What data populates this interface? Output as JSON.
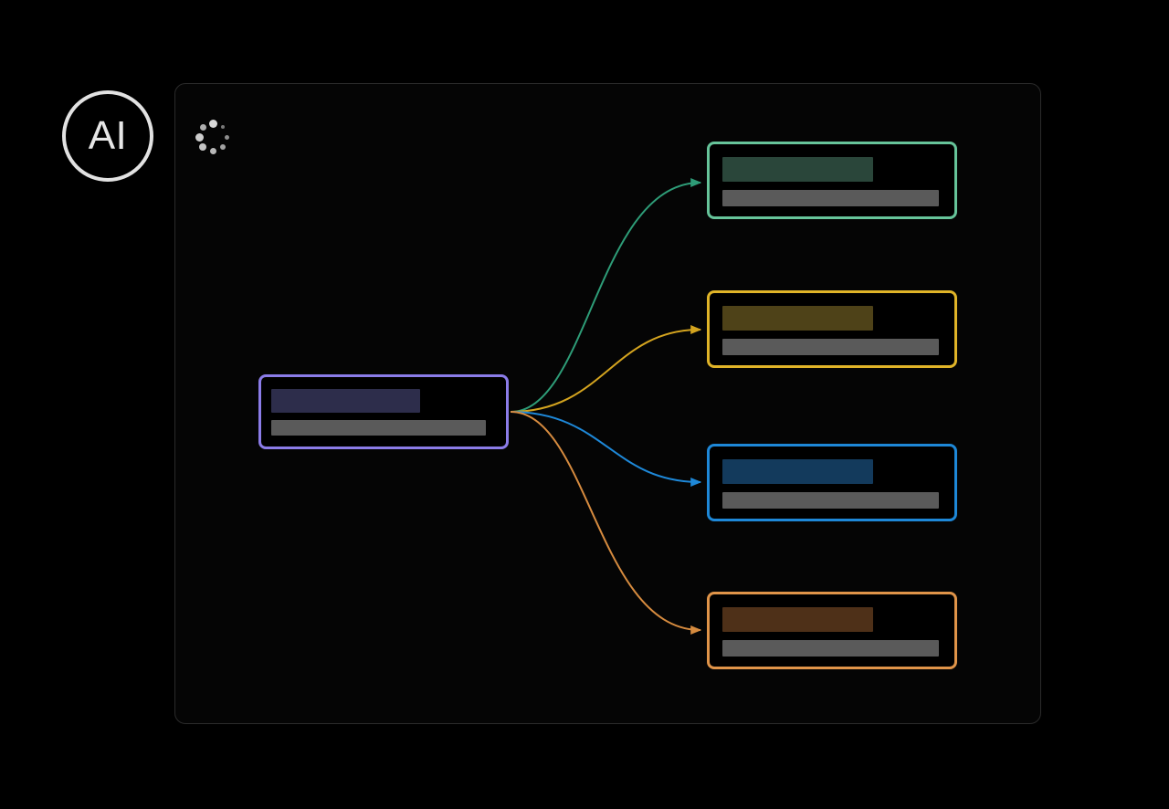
{
  "app": {
    "logo_label": "AI",
    "logo_icon": "ai-circle-logo",
    "background_color": "#000000"
  },
  "canvas": {
    "border_color": "#2b2b2b",
    "status_icon": "loading-spinner-icon",
    "status_text": "Loading",
    "spinner_color": "#d8d8d8",
    "spinner_dots": [
      {
        "angle": 270,
        "size": 9,
        "opacity": 1.0
      },
      {
        "angle": 315,
        "size": 4,
        "opacity": 0.55
      },
      {
        "angle": 0,
        "size": 5,
        "opacity": 0.65
      },
      {
        "angle": 45,
        "size": 6,
        "opacity": 0.75
      },
      {
        "angle": 90,
        "size": 7,
        "opacity": 0.85
      },
      {
        "angle": 135,
        "size": 8,
        "opacity": 0.9
      },
      {
        "angle": 180,
        "size": 9,
        "opacity": 0.95
      },
      {
        "angle": 225,
        "size": 7,
        "opacity": 0.8
      }
    ]
  },
  "graph": {
    "source_node": {
      "id": "source",
      "name": "source-node",
      "border_color": "#8b7ce8",
      "title_bar_color": "#2d2d4b",
      "sub_bar_color": "#5a5a5a",
      "title_text": "",
      "sub_text": ""
    },
    "target_nodes": [
      {
        "id": "green",
        "name": "target-node-green",
        "border_color": "#66c49a",
        "title_bar_color": "#2a463a",
        "sub_bar_color": "#5a5a5a",
        "title_text": "",
        "sub_text": ""
      },
      {
        "id": "yellow",
        "name": "target-node-yellow",
        "border_color": "#e0b428",
        "title_bar_color": "#4e4218",
        "sub_bar_color": "#5a5a5a",
        "title_text": "",
        "sub_text": ""
      },
      {
        "id": "blue",
        "name": "target-node-blue",
        "border_color": "#1e88d8",
        "title_bar_color": "#133a5c",
        "sub_bar_color": "#5a5a5a",
        "title_text": "",
        "sub_text": ""
      },
      {
        "id": "orange",
        "name": "target-node-orange",
        "border_color": "#e09449",
        "title_bar_color": "#4e3018",
        "sub_bar_color": "#5a5a5a",
        "title_text": "",
        "sub_text": ""
      }
    ],
    "edges": [
      {
        "id": "edge-source-green",
        "from": "source",
        "to": "green",
        "color": "#2e9d78",
        "width": 2
      },
      {
        "id": "edge-source-yellow",
        "from": "source",
        "to": "yellow",
        "color": "#d4a41f",
        "width": 2
      },
      {
        "id": "edge-source-blue",
        "from": "source",
        "to": "blue",
        "color": "#1e88d8",
        "width": 2
      },
      {
        "id": "edge-source-orange",
        "from": "source",
        "to": "orange",
        "color": "#d68b3f",
        "width": 2
      }
    ]
  }
}
